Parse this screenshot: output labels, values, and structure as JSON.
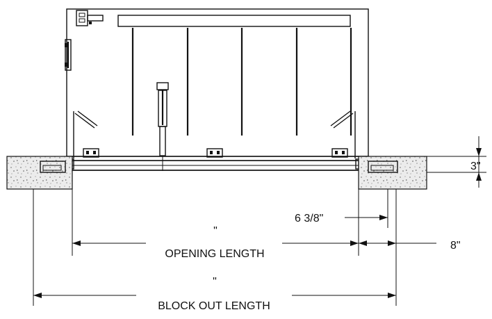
{
  "dimensions": {
    "clear_height": "3\"",
    "frame_offset": "6 3/8\"",
    "opening_value": "\"",
    "opening_label": "OPENING LENGTH",
    "side_allowance": "8\"",
    "blockout_value": "\"",
    "blockout_label": "BLOCK OUT LENGTH"
  },
  "colors": {
    "line": "#111111",
    "concrete_fill": "#e6e6e6",
    "hatch": "#9a9a9a"
  }
}
